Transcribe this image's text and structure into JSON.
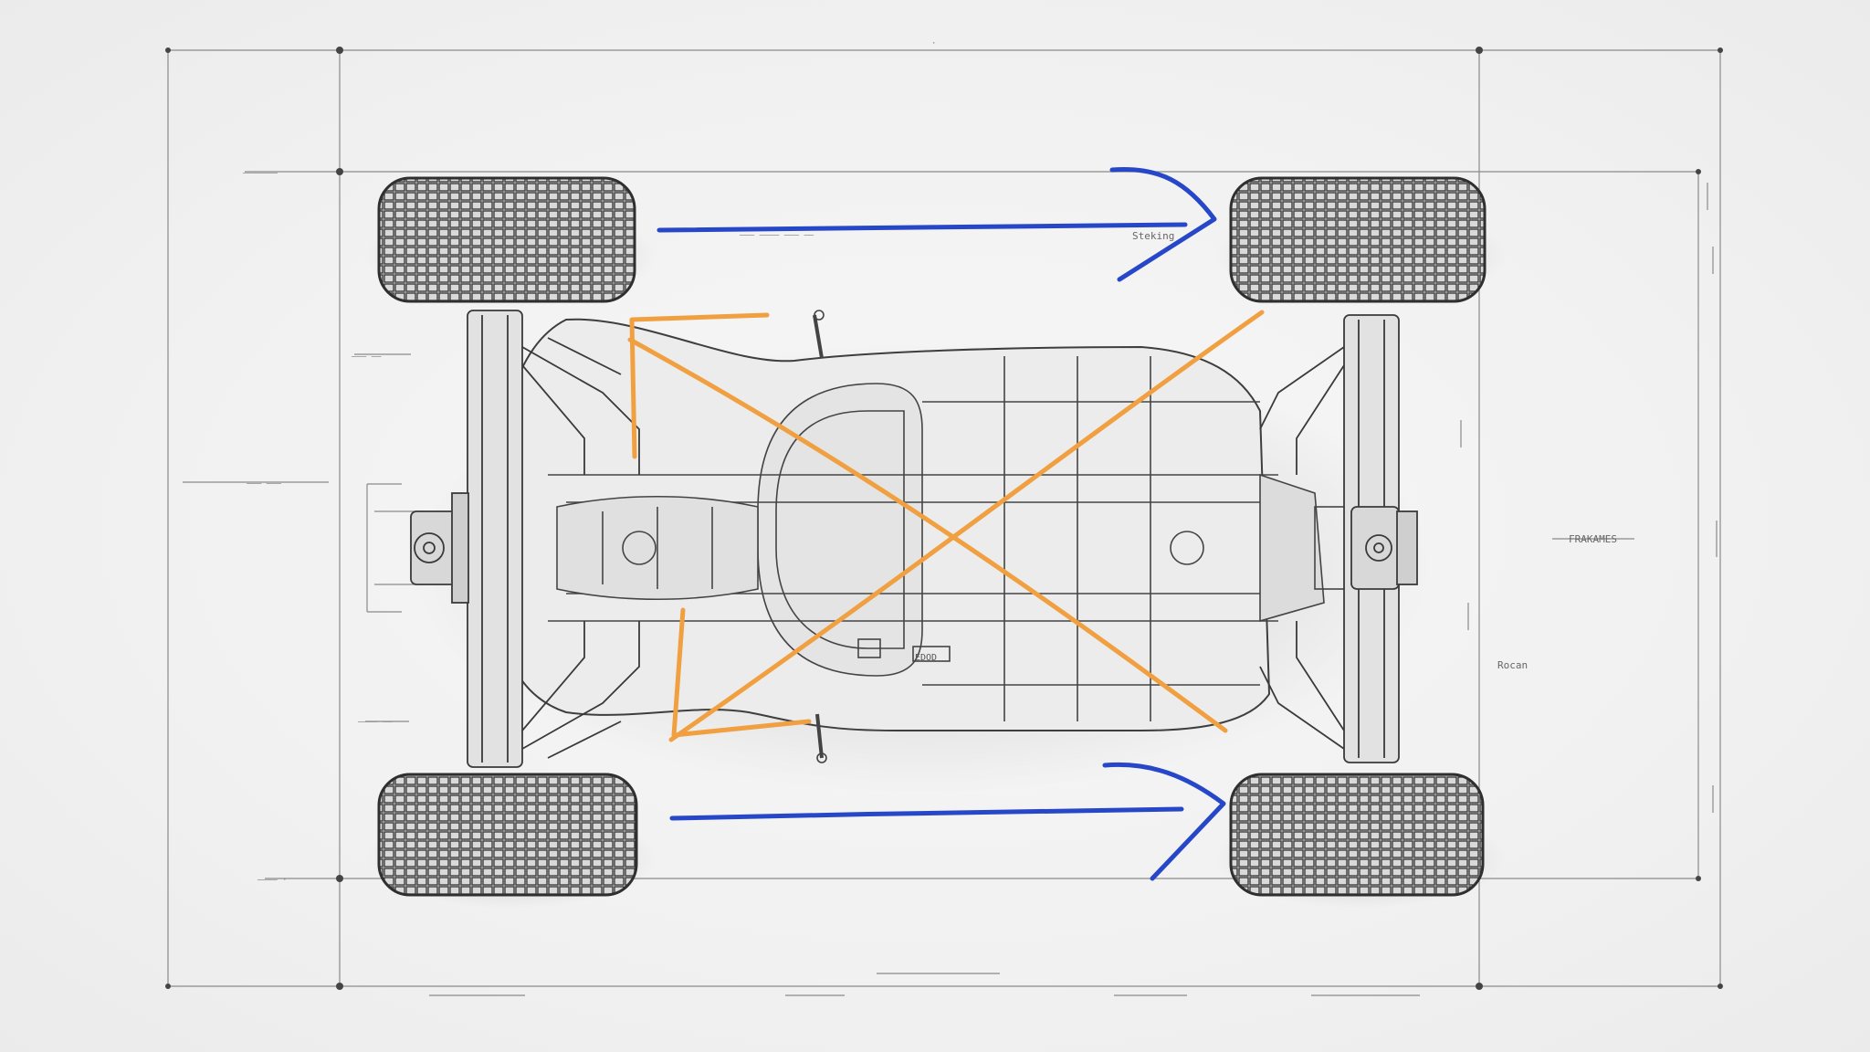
{
  "diagram": {
    "kind": "vehicle-chassis-blueprint-top-view",
    "colors": {
      "background": "#f3f3f3",
      "line_art": "#444444",
      "dimension_lines": "#888888",
      "forward_arrows": "#2747c9",
      "cross_arrows": "#f0a040"
    },
    "annotations": {
      "top_arrow_label": "Steking",
      "right_side_label": "FRAKAMES",
      "right_lower_label": "Rocan",
      "body_center_label": "EDOD"
    }
  }
}
